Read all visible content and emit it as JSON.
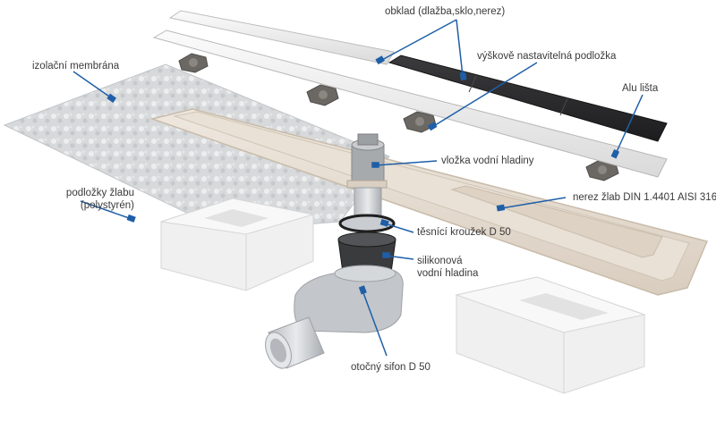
{
  "diagram": {
    "labels": {
      "tile": "obklad (dlažba,sklo,nerez)",
      "height_pad": "výškově nastavitelná podložka",
      "membrane": "izolační membrána",
      "alu_strip": "Alu lišta",
      "insert": "vložka vodní hladiny",
      "channel": "nerez žlab DIN 1.4401 AISI 316",
      "pads_line1": "podložky žlabu",
      "pads_line2": "(polystyrén)",
      "gasket": "těsnící kroužek D 50",
      "silicone_line1": "silikonová",
      "silicone_line2": "vodní hladina",
      "siphon": "otočný sifon D 50"
    },
    "colors": {
      "leader": "#1f5fa8",
      "text": "#3a3a3a",
      "dark_tile": "#2b2b2d",
      "steel": "#e6ddd2",
      "membrane": "#d4d6d8",
      "polystyrene": "#f2f2f2"
    }
  }
}
